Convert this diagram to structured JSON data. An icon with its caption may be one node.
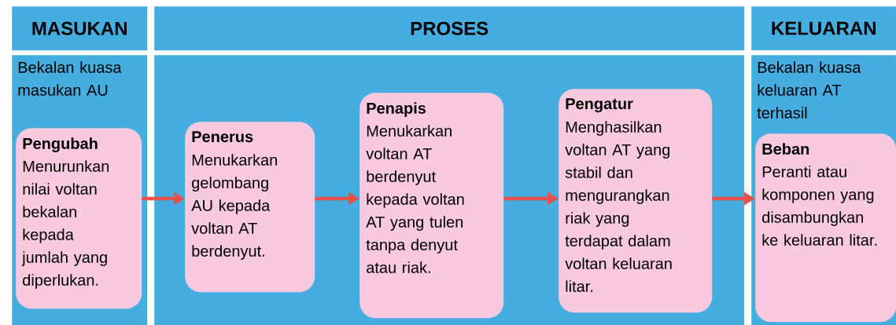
{
  "diagram": {
    "nodes": [
      {
        "text": [
          "MASUKAN",
          "Bekalan kuasa masukan AU"
        ]
      },
      {
        "text": [
          "Pengubah",
          "Menurunkan nilai voltan bekalan kepada jumlah yang diperlukan."
        ],
        "in": 0
      },
      {
        "text": [
          "PROSES"
        ]
      },
      {
        "text": [
          "Penerus",
          "Menukarkan gelombang AU kepada voltan AT berdenyut."
        ],
        "in": 2
      },
      {
        "text": [
          "Penapis",
          "Menukarkan voltan AT berdenyut kepada voltan AT yang tulen tanpa denyut atau riak."
        ],
        "in": 2
      },
      {
        "text": [
          "Pengatur",
          "Menghasilkan voltan AT yang stabil dan mengurangkan riak yang terdapat dalam voltan keluaran litar."
        ],
        "in": 2
      },
      {
        "text": [
          "KELUARAN",
          "Bekalan kuasa keluaran AT terhasil"
        ]
      },
      {
        "text": [
          "Beban",
          "Peranti atau komponen yang disambungkan ke keluaran litar."
        ],
        "in": 6
      }
    ],
    "edges": [
      {
        "from": 1,
        "to": 3,
        "arrow": "to"
      },
      {
        "from": 3,
        "to": 4,
        "arrow": "to"
      },
      {
        "from": 4,
        "to": 5,
        "arrow": "to"
      },
      {
        "from": 5,
        "to": 7,
        "arrow": "to"
      }
    ]
  }
}
